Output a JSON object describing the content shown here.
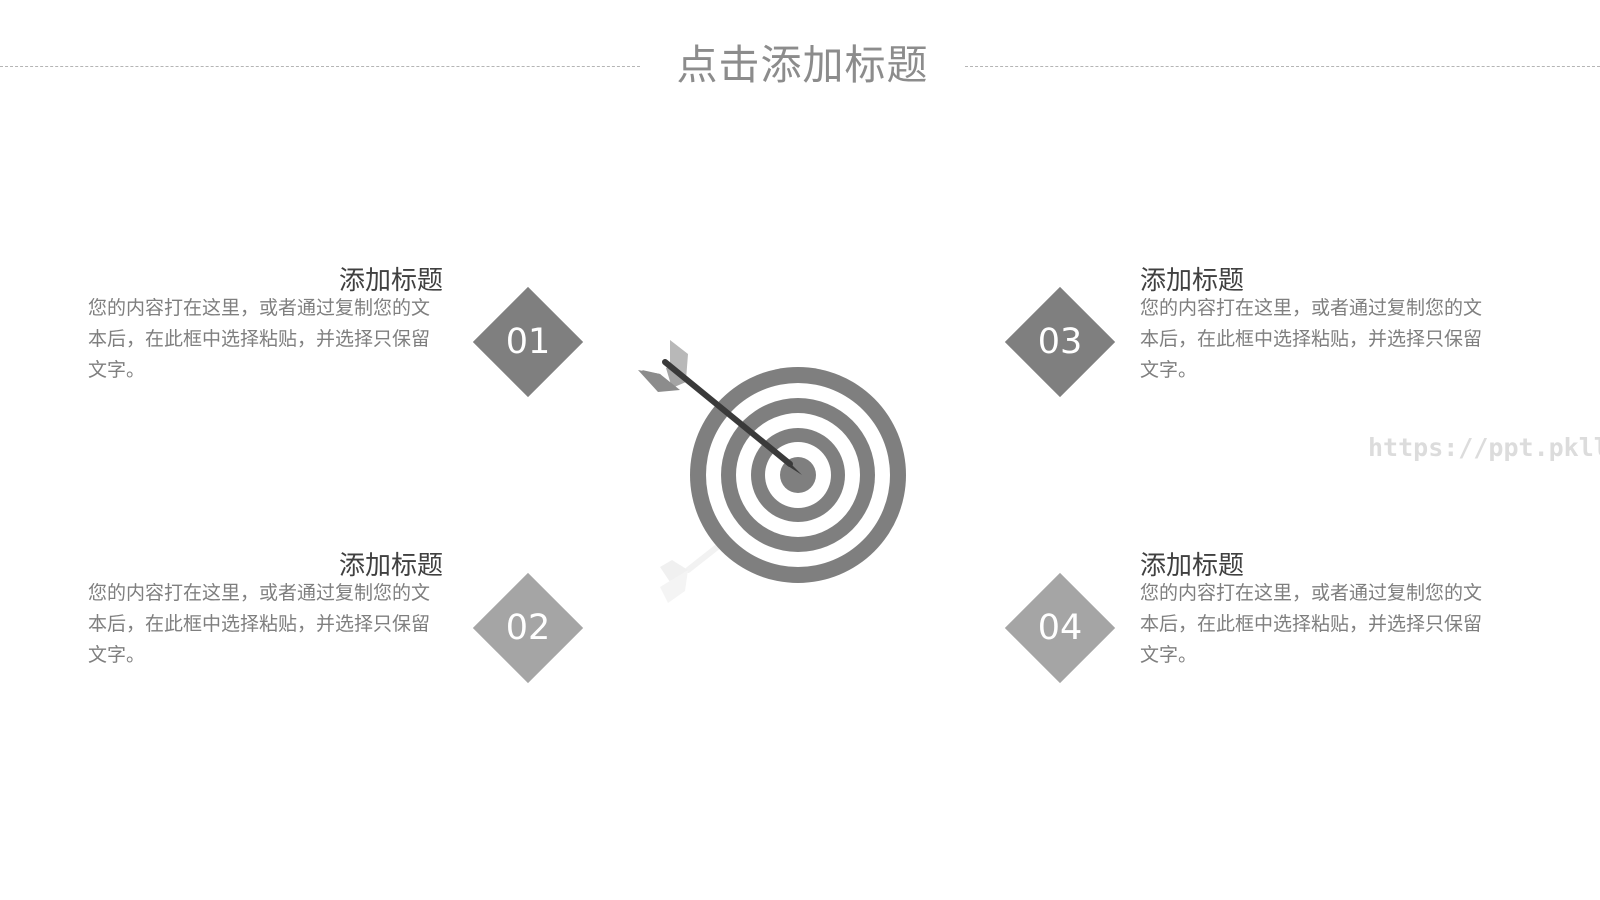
{
  "slide": {
    "title": "点击添加标题",
    "watermark": "https://ppt.pkll.de"
  },
  "colors": {
    "dark_gray": "#7f7f7f",
    "light_gray": "#a5a5a5",
    "title_gray": "#8c8c8c",
    "heading": "#404040"
  },
  "items": [
    {
      "number": "01",
      "heading": "添加标题",
      "body": "您的内容打在这里，或者通过复制您的文本后，在此框中选择粘贴，并选择只保留文字。"
    },
    {
      "number": "02",
      "heading": "添加标题",
      "body": "您的内容打在这里，或者通过复制您的文本后，在此框中选择粘贴，并选择只保留文字。"
    },
    {
      "number": "03",
      "heading": "添加标题",
      "body": "您的内容打在这里，或者通过复制您的文本后，在此框中选择粘贴，并选择只保留文字。"
    },
    {
      "number": "04",
      "heading": "添加标题",
      "body": "您的内容打在这里，或者通过复制您的文本后，在此框中选择粘贴，并选择只保留文字。"
    }
  ],
  "icons": {
    "center": "target-with-arrow-icon"
  }
}
